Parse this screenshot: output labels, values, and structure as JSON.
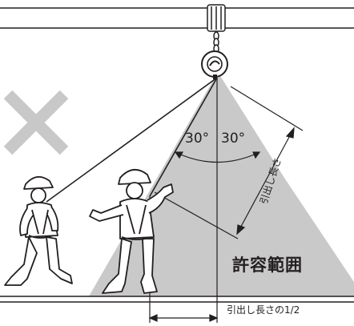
{
  "diagram": {
    "angle_left": "30°",
    "angle_right": "30°",
    "pull_length_label": "引出し長さ",
    "allowed_range_label": "許容範囲",
    "half_length_label": "引出し長さの1/2",
    "marks": [
      {
        "name": "ng-cross",
        "meaning": "not allowed",
        "color": "#c8c8c8"
      }
    ]
  },
  "colors": {
    "line": "#231f20",
    "range_fill": "#c9c9c9",
    "cross": "#c8c8c8"
  }
}
